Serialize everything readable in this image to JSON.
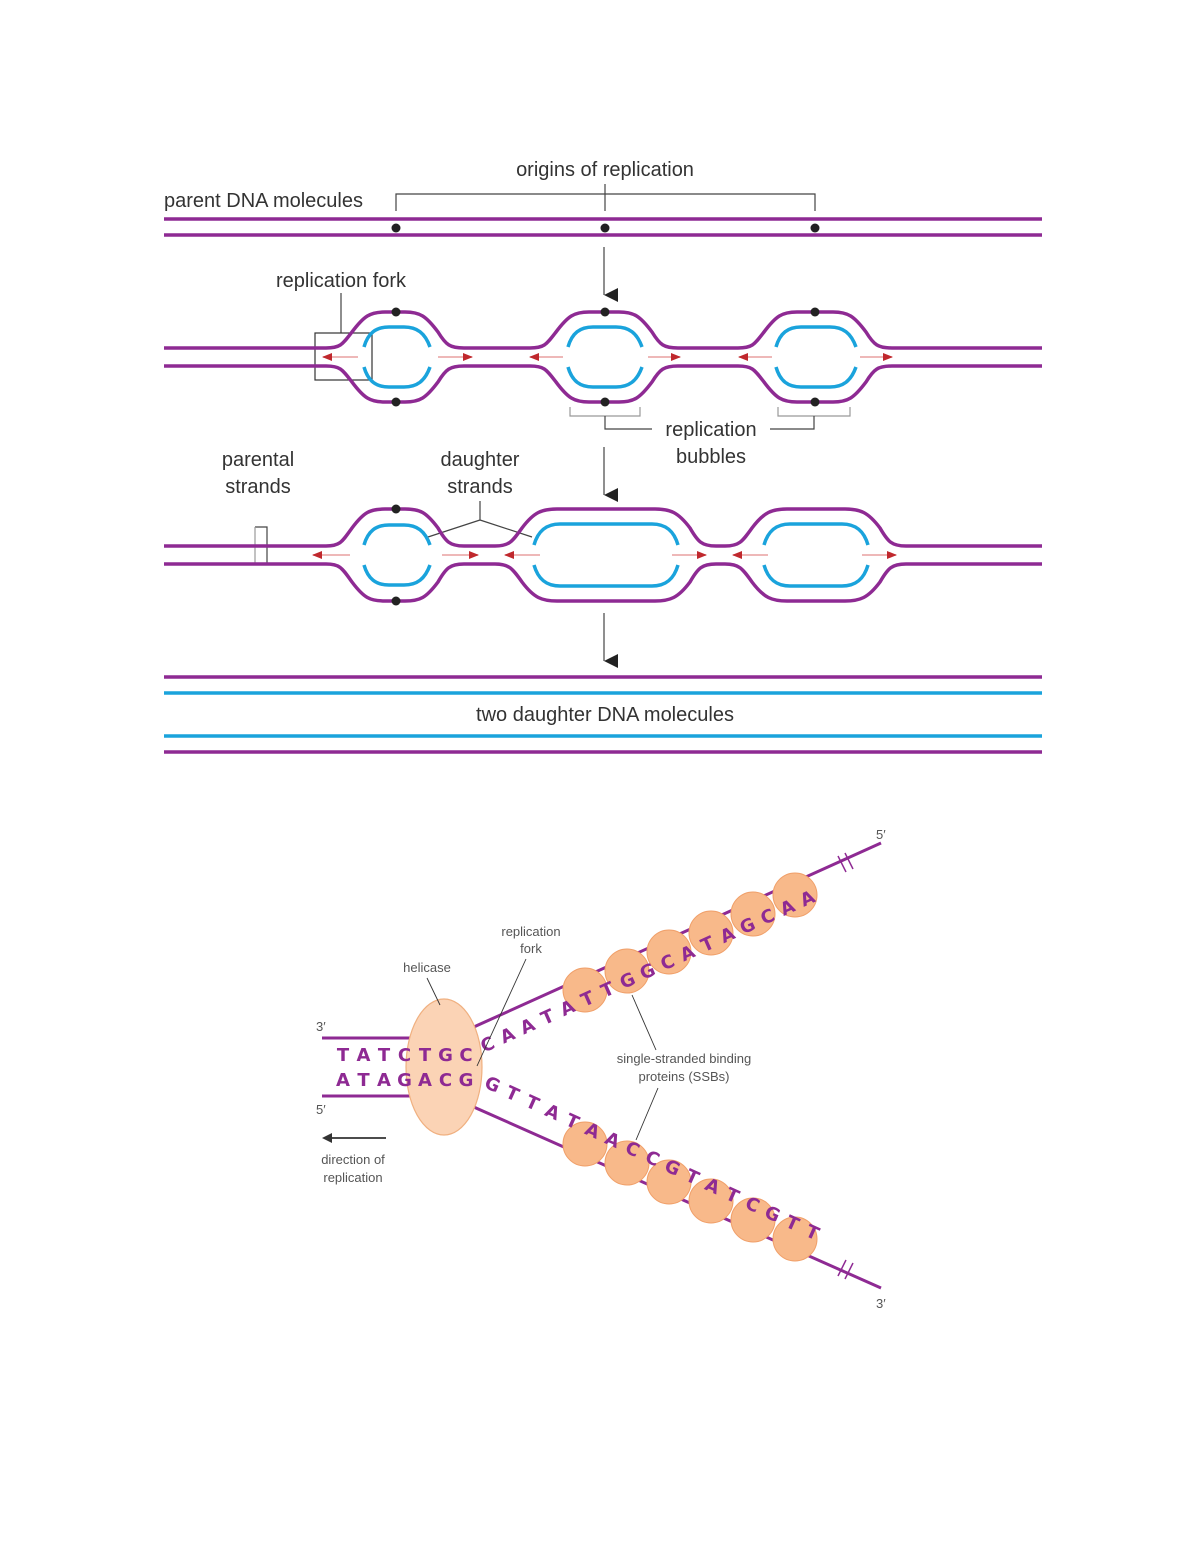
{
  "top_diagram": {
    "labels": {
      "origins": "origins of replication",
      "parent": "parent DNA molecules",
      "fork": "replication fork",
      "bubbles_1": "replication",
      "bubbles_2": "bubbles",
      "parental_1": "parental",
      "parental_2": "strands",
      "daughter_1": "daughter",
      "daughter_2": "strands",
      "two_daughter": "two daughter DNA molecules"
    },
    "colors": {
      "parent_strand": "#8e2a93",
      "daughter_strand": "#1aa3dc",
      "fork_arrow": "#c0282d"
    }
  },
  "bottom_diagram": {
    "labels": {
      "helicase": "helicase",
      "fork_1": "replication",
      "fork_2": "fork",
      "ssb_1": "single-stranded binding",
      "ssb_2": "proteins (SSBs)",
      "direction_1": "direction of",
      "direction_2": "replication",
      "end_top_left": "3′",
      "end_bottom_left": "5′",
      "end_top_right": "5′",
      "end_bottom_right": "3′"
    },
    "sequences": {
      "duplex_top": "TATCTGC",
      "duplex_bottom": "ATAGACG",
      "upper_arm": "CAATATTGGCATAGCAA",
      "lower_arm": "GTTATAACCGTATCGTT"
    },
    "colors": {
      "strand": "#8e2a93",
      "ssb": "#f8b98a",
      "helicase": "#fbd3b5"
    }
  }
}
